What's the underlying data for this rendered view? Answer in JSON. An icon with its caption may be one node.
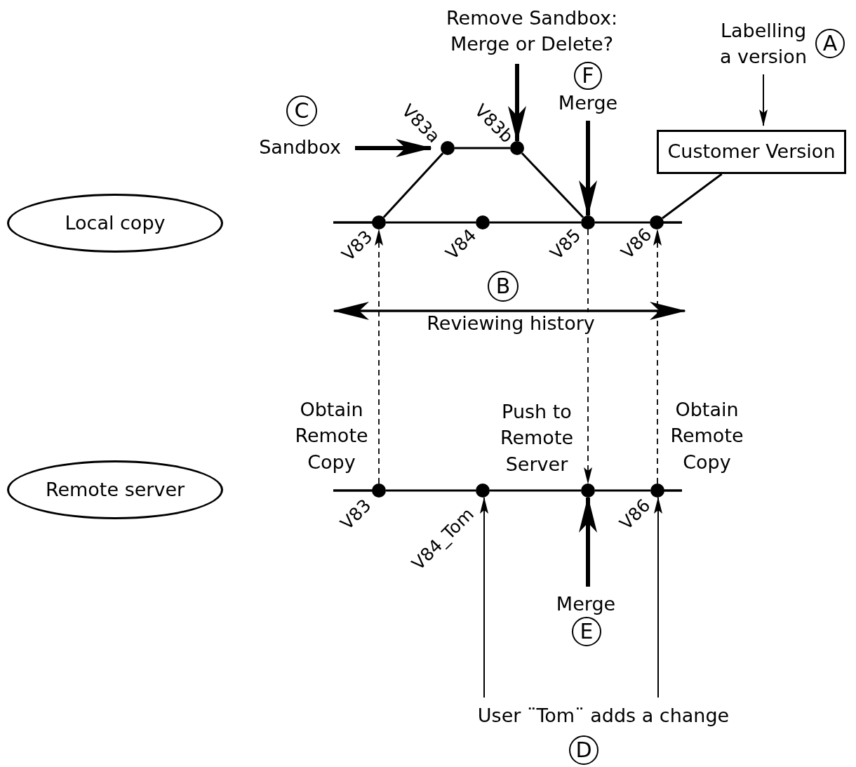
{
  "diagram": {
    "nodes": [
      {
        "text": [
          "Remove Sandbox: Merge or Delete?"
        ]
      },
      {
        "text": [
          "Labelling a version"
        ]
      },
      {
        "text": [
          "A"
        ]
      },
      {
        "text": [
          "F"
        ]
      },
      {
        "text": [
          "Merge"
        ]
      },
      {
        "text": [
          "C"
        ]
      },
      {
        "text": [
          "Sandbox"
        ]
      },
      {
        "text": [],
        "shape": "circle",
        "beside": [
          "V83a"
        ]
      },
      {
        "text": [],
        "shape": "circle",
        "beside": [
          "V83b"
        ]
      },
      {
        "text": [
          "Customer Version"
        ]
      },
      {
        "text": [
          "Local copy"
        ]
      },
      {
        "text": [],
        "shape": "circle",
        "beside": [
          "V83"
        ]
      },
      {
        "text": [],
        "shape": "circle",
        "beside": [
          "V84"
        ]
      },
      {
        "text": [],
        "shape": "circle",
        "beside": [
          "V85"
        ]
      },
      {
        "text": [],
        "shape": "circle",
        "beside": [
          "V86"
        ]
      },
      {
        "text": [
          "B"
        ]
      },
      {
        "text": [
          "Remote server"
        ]
      },
      {
        "text": [],
        "shape": "circle",
        "beside": [
          "V83"
        ]
      },
      {
        "text": [],
        "shape": "circle",
        "beside": [
          "V84_Tom"
        ]
      },
      {
        "text": [],
        "shape": "circle"
      },
      {
        "text": [],
        "shape": "circle",
        "beside": [
          "V86"
        ]
      },
      {
        "text": [
          "Merge"
        ]
      },
      {
        "text": [
          "E"
        ]
      },
      {
        "text": [
          "User ¨Tom¨ adds a change"
        ]
      },
      {
        "text": [
          "D"
        ]
      }
    ],
    "edges": [
      {
        "from": 0,
        "to": 8,
        "arrow": "to",
        "style": "thick"
      },
      {
        "from": 1,
        "to": 9,
        "arrow": "to"
      },
      {
        "from": 4,
        "to": 13,
        "arrow": "to",
        "style": "thick"
      },
      {
        "from": 6,
        "to": 7,
        "arrow": "to",
        "style": "thick"
      },
      {
        "from": 11,
        "to": 7,
        "arrow": "none"
      },
      {
        "from": 7,
        "to": 8,
        "arrow": "none"
      },
      {
        "from": 8,
        "to": 13,
        "arrow": "none"
      },
      {
        "from": 9,
        "to": 14,
        "arrow": "none"
      },
      {
        "from": 11,
        "to": 12,
        "arrow": "none"
      },
      {
        "from": 12,
        "to": 13,
        "arrow": "none"
      },
      {
        "from": 13,
        "to": 14,
        "arrow": "none"
      },
      {
        "from": 17,
        "to": 11,
        "arrow": "to",
        "style": "dashed",
        "label": "Obtain Remote Copy"
      },
      {
        "from": 13,
        "to": 19,
        "arrow": "to",
        "style": "dashed",
        "label": "Push to Remote Server"
      },
      {
        "from": 20,
        "to": 14,
        "arrow": "to",
        "style": "dashed",
        "label": "Obtain Remote Copy"
      },
      {
        "from": 17,
        "to": 18,
        "arrow": "none"
      },
      {
        "from": 18,
        "to": 19,
        "arrow": "none"
      },
      {
        "from": 19,
        "to": 20,
        "arrow": "none"
      },
      {
        "from": 21,
        "to": 19,
        "arrow": "to",
        "style": "thick"
      },
      {
        "from": 23,
        "to": 18,
        "arrow": "to"
      },
      {
        "from": 23,
        "to": 20,
        "arrow": "to"
      }
    ],
    "labels": [
      "Reviewing history"
    ]
  }
}
